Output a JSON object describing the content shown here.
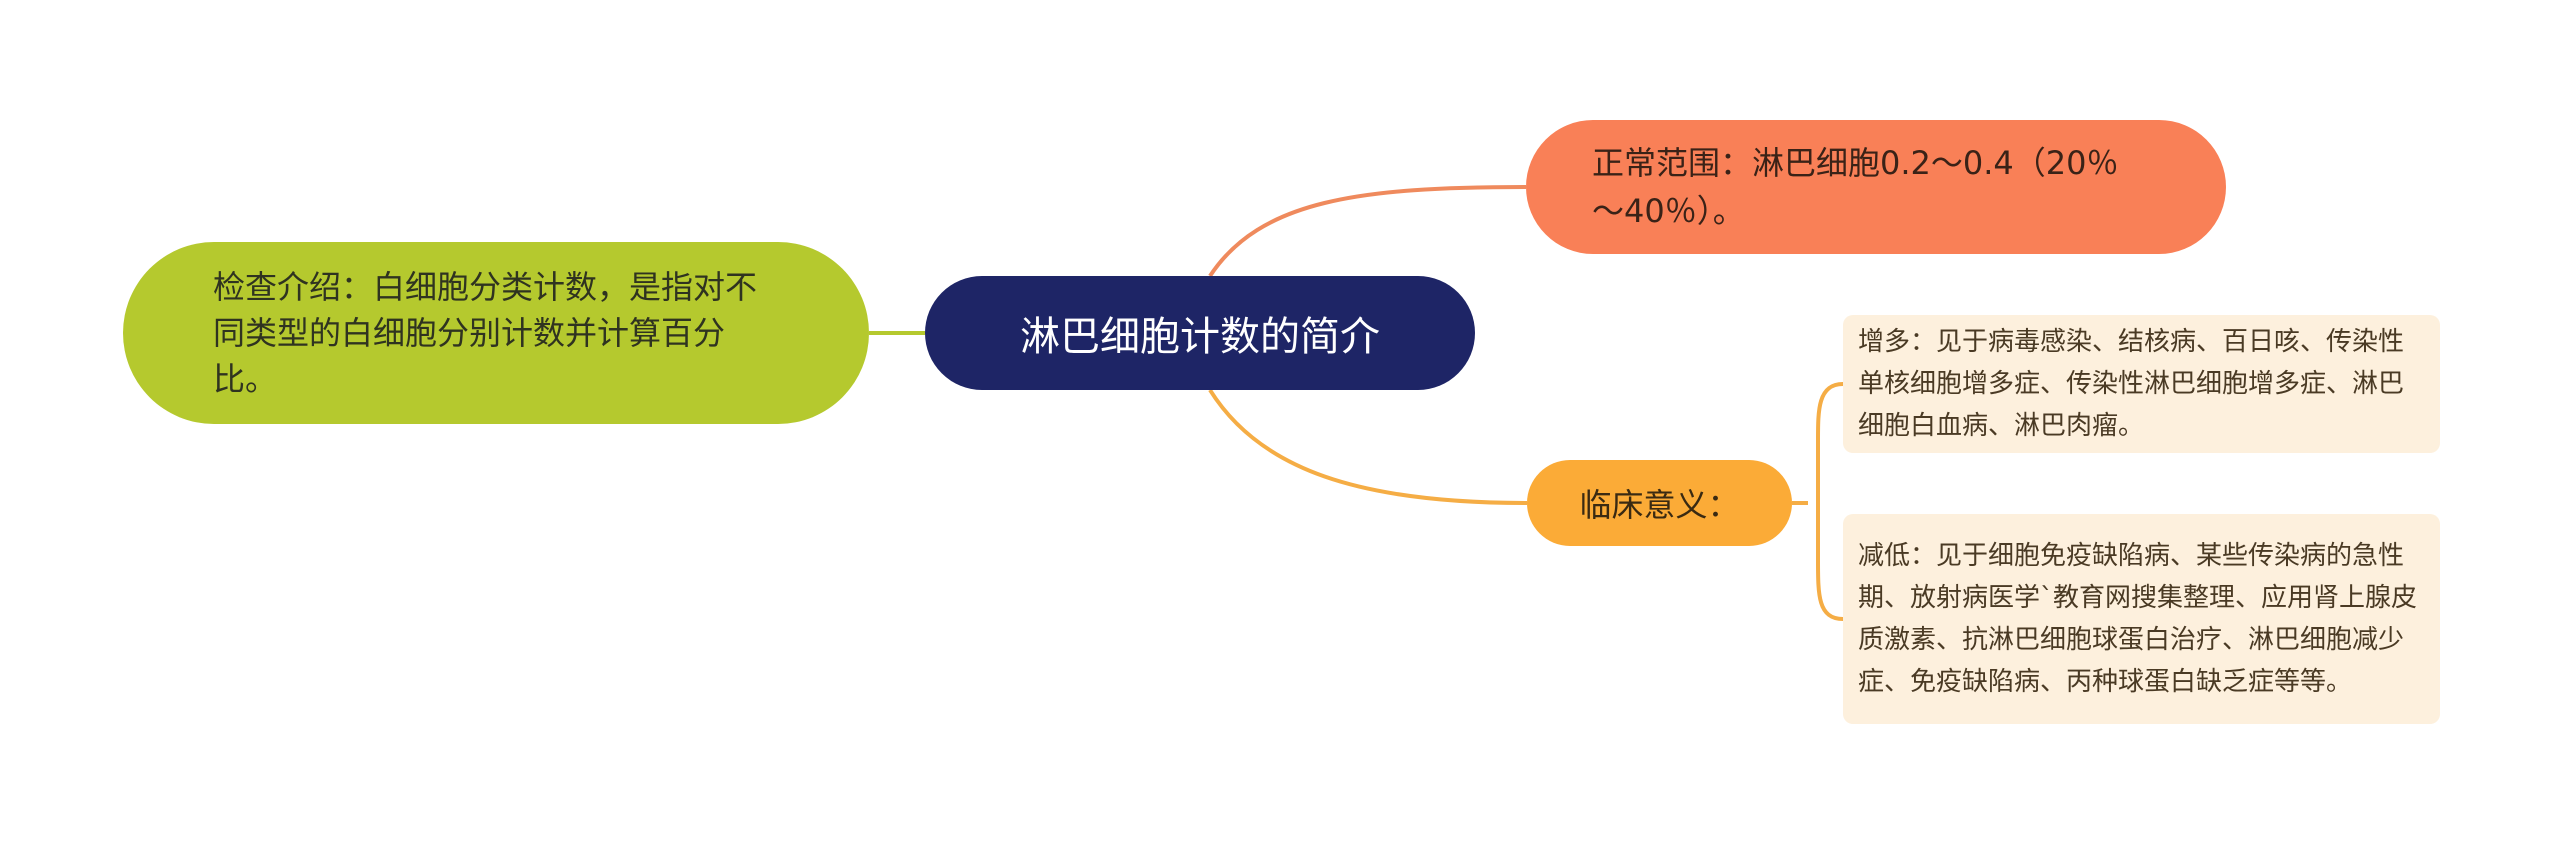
{
  "colors": {
    "root_fill": "#1e2566",
    "left_fill": "#b5c92e",
    "left_line": "#b5c92e",
    "range_fill": "#f98057",
    "range_line": "#ef8a5d",
    "clinical_fill": "#fbab37",
    "clinical_line": "#f5ad45",
    "leaf_fill": "#fdf0dd"
  },
  "root": {
    "text": "淋巴细胞计数的简介"
  },
  "branches": {
    "intro": {
      "text": "检查介绍：白细胞分类计数，是指对不同类型的白细胞分别计数并计算百分比。"
    },
    "normal_range": {
      "text": "正常范围：淋巴细胞0.2～0.4（20％～40％）。"
    },
    "clinical": {
      "text": "临床意义：",
      "children": {
        "increase": "增多：见于病毒感染、结核病、百日咳、传染性单核细胞增多症、传染性淋巴细胞增多症、淋巴细胞白血病、淋巴肉瘤。",
        "decrease": "减低：见于细胞免疫缺陷病、某些传染病的急性期、放射病医学`教育网搜集整理、应用肾上腺皮质激素、抗淋巴细胞球蛋白治疗、淋巴细胞减少症、免疫缺陷病、丙种球蛋白缺乏症等等。"
      }
    }
  }
}
